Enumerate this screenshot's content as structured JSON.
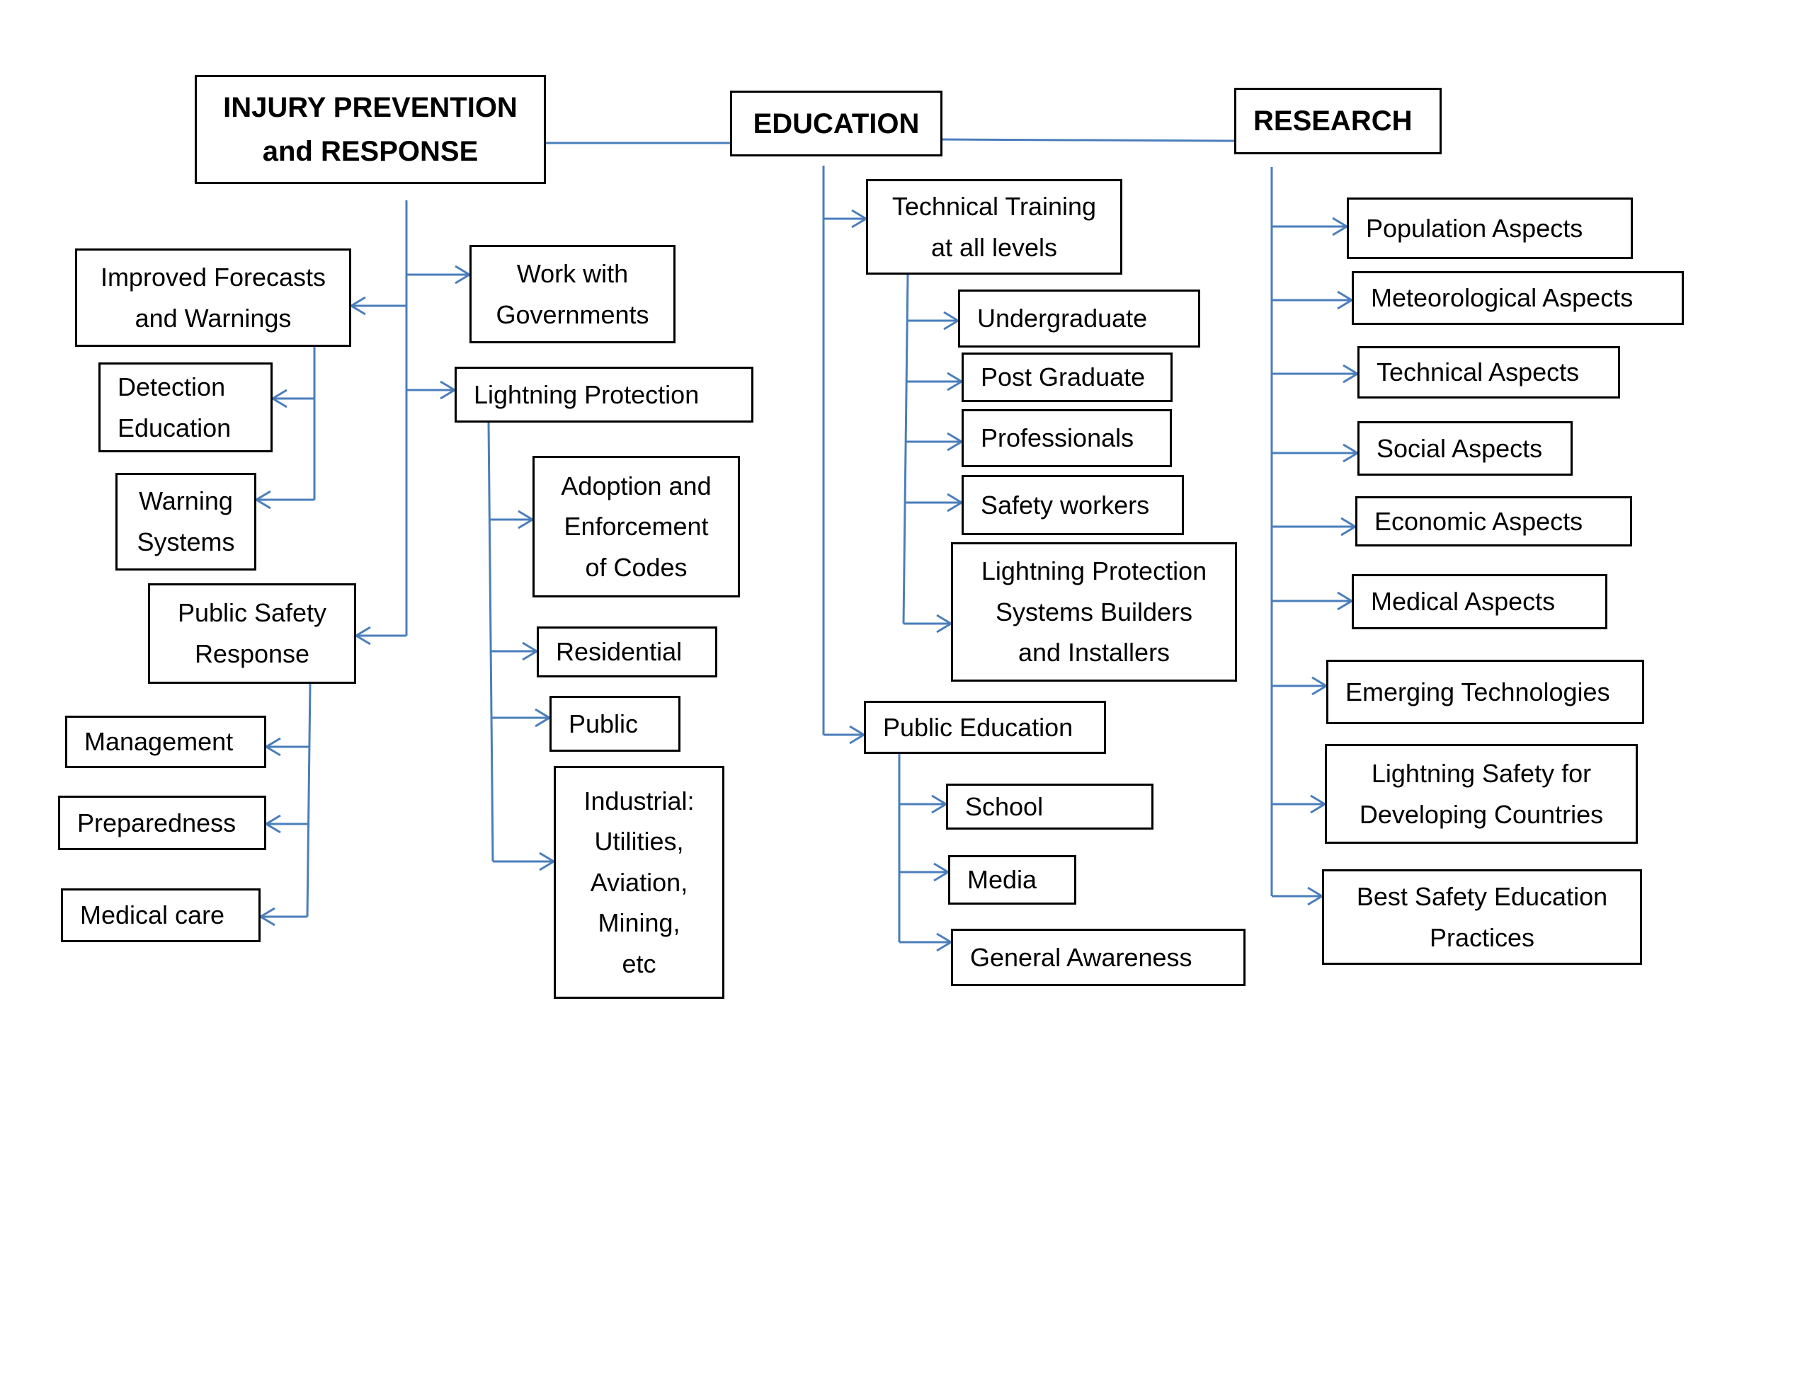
{
  "colors": {
    "connector": "#4a7ebb",
    "box_border": "#000000",
    "text": "#000000"
  },
  "nodes": {
    "injury_prevention_response": "INJURY PREVENTION\nand RESPONSE",
    "education": "EDUCATION",
    "research": "RESEARCH",
    "improved_forecasts": "Improved Forecasts\nand Warnings",
    "work_with_governments": "Work with\nGovernments",
    "detection_education": "Detection\nEducation",
    "lightning_protection": "Lightning Protection",
    "warning_systems": "Warning\nSystems",
    "adoption_enforcement_codes": "Adoption and\nEnforcement\nof Codes",
    "public_safety_response": "Public Safety\nResponse",
    "residential": "Residential",
    "public": "Public",
    "management": "Management",
    "preparedness": "Preparedness",
    "industrial": "Industrial:\nUtilities,\nAviation,\nMining,\netc",
    "medical_care": "Medical care",
    "technical_training": "Technical Training\nat all levels",
    "undergraduate": "Undergraduate",
    "post_graduate": "Post Graduate",
    "professionals": "Professionals",
    "safety_workers": "Safety workers",
    "lp_builders_installers": "Lightning Protection\nSystems Builders\nand Installers",
    "public_education": "Public Education",
    "school": "School",
    "media": "Media",
    "general_awareness": "General Awareness",
    "population_aspects": "Population Aspects",
    "meteorological_aspects": "Meteorological Aspects",
    "technical_aspects": "Technical Aspects",
    "social_aspects": "Social Aspects",
    "economic_aspects": "Economic Aspects",
    "medical_aspects": "Medical Aspects",
    "emerging_technologies": "Emerging Technologies",
    "lightning_safety_developing": "Lightning Safety for\nDeveloping Countries",
    "best_safety_education": "Best Safety Education\nPractices"
  }
}
